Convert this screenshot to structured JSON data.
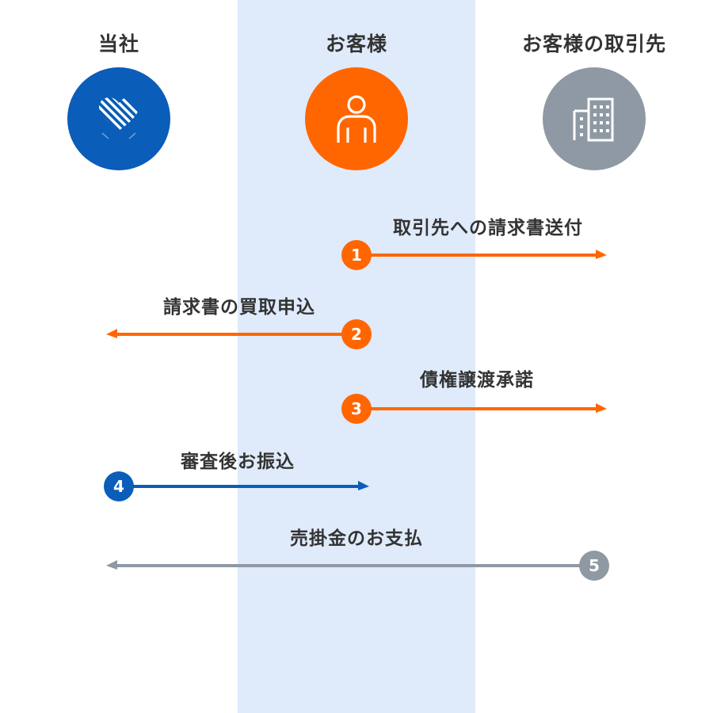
{
  "colors": {
    "lane_background": "#dfeafb",
    "company": "#0a5db8",
    "customer": "#ff6600",
    "partner": "#8f99a3",
    "text": "#333333"
  },
  "columns": [
    {
      "title": "当社",
      "icon": "heart-logo-icon",
      "color": "#0a5db8"
    },
    {
      "title": "お客様",
      "icon": "person-icon",
      "color": "#ff6600"
    },
    {
      "title": "お客様の取引先",
      "icon": "building-icon",
      "color": "#8f99a3"
    }
  ],
  "steps": [
    {
      "number": "1",
      "label": "取引先への請求書送付",
      "from": "お客様",
      "to": "お客様の取引先",
      "color": "#ff6600"
    },
    {
      "number": "2",
      "label": "請求書の買取申込",
      "from": "お客様",
      "to": "当社",
      "color": "#ff6600"
    },
    {
      "number": "3",
      "label": "債権譲渡承諾",
      "from": "お客様",
      "to": "お客様の取引先",
      "color": "#ff6600"
    },
    {
      "number": "4",
      "label": "審査後お振込",
      "from": "当社",
      "to": "お客様",
      "color": "#0a5db8"
    },
    {
      "number": "5",
      "label": "売掛金のお支払",
      "from": "お客様の取引先",
      "to": "当社",
      "color": "#8f99a3"
    }
  ]
}
